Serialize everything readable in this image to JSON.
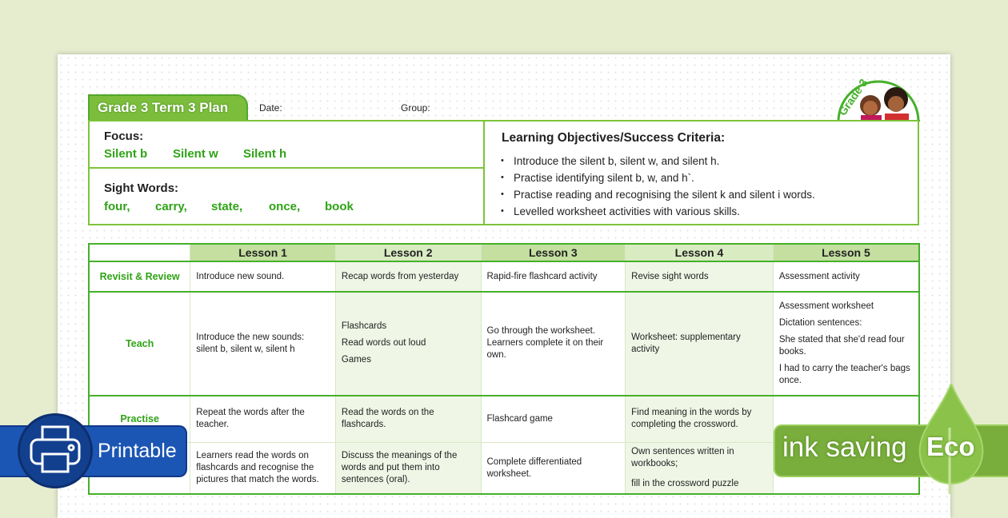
{
  "header": {
    "title": "Grade 3 Term 3 Plan",
    "date_label": "Date:",
    "group_label": "Group:",
    "logo_text": "Grade 3"
  },
  "focus": {
    "label": "Focus:",
    "items": [
      "Silent b",
      "Silent w",
      "Silent h"
    ]
  },
  "sight_words": {
    "label": "Sight Words:",
    "items": [
      "four,",
      "carry,",
      "state,",
      "once,",
      "book"
    ]
  },
  "objectives": {
    "label": "Learning Objectives/Success Criteria:",
    "items": [
      "Introduce the silent b, silent w, and silent h.",
      "Practise identifying silent b, w, and h`.",
      "Practise reading and recognising the silent k and silent i words.",
      "Levelled worksheet activities with various skills."
    ]
  },
  "table": {
    "headers": [
      "Lesson 1",
      "Lesson 2",
      "Lesson 3",
      "Lesson 4",
      "Lesson 5"
    ],
    "rows": [
      {
        "label": "Revisit & Review",
        "cells": [
          [
            "Introduce new sound."
          ],
          [
            "Recap words from yesterday"
          ],
          [
            "Rapid-fire flashcard activity"
          ],
          [
            "Revise sight words"
          ],
          [
            "Assessment activity"
          ]
        ]
      },
      {
        "label": "Teach",
        "cells": [
          [
            "Introduce the new sounds:",
            "silent b,    silent w,    silent h"
          ],
          [
            "Flashcards",
            "Read words out loud",
            "Games"
          ],
          [
            "Go through the worksheet. Learners complete it on their own."
          ],
          [
            "Worksheet: supplementary activity"
          ],
          [
            "Assessment worksheet",
            "Dictation sentences:",
            "She stated that she'd read four books.",
            "I had to carry the teacher's bags once."
          ]
        ]
      },
      {
        "label": "Practise",
        "cells": [
          [
            "Repeat the words after the teacher."
          ],
          [
            "Read the words on the flashcards."
          ],
          [
            "Flashcard game"
          ],
          [
            "Find meaning in the words by completing the crossword."
          ],
          [
            ""
          ]
        ]
      },
      {
        "label": "",
        "cells": [
          [
            "Learners read the words on flashcards and recognise the pictures that match the words."
          ],
          [
            "Discuss the meanings of the words and put them into sentences (oral)."
          ],
          [
            "Complete differentiated worksheet."
          ],
          [
            "Own sentences written in workbooks;",
            "fill in the crossword puzzle"
          ],
          [
            ""
          ]
        ]
      }
    ]
  },
  "badges": {
    "printable": "Printable",
    "ink_saving": "ink saving",
    "eco": "Eco"
  },
  "colors": {
    "green": "#46b02a",
    "text_green": "#2fa316",
    "blue": "#1c56b4",
    "eco_green": "#79ad3c"
  }
}
